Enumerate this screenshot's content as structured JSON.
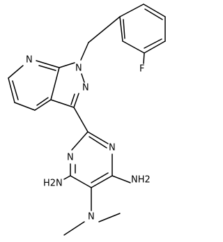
{
  "molecule": {
    "atoms": {
      "n_pyridine": "N",
      "n1_pyrazole": "N",
      "n2_pyrazole": "N",
      "fluorine": "F",
      "n_pyrimidine_right": "N",
      "n_pyrimidine_left": "N",
      "nh2_right": "NH2",
      "nh2_left": "H2N",
      "n_dimethyl": "N"
    }
  },
  "colors": {
    "bond": "#000000",
    "text": "#000000",
    "background": "#ffffff"
  }
}
